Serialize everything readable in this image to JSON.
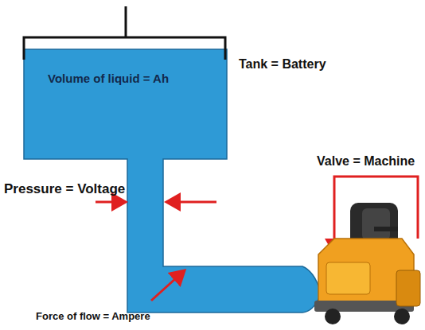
{
  "diagram": {
    "nodes": [
      {
        "text": [
          "Tank = Battery",
          "Volume of liquid = Ah"
        ]
      }
    ],
    "labels": [
      "Pressure = Voltage",
      "Valve = Machine",
      "Force of flow = Ampere"
    ]
  }
}
